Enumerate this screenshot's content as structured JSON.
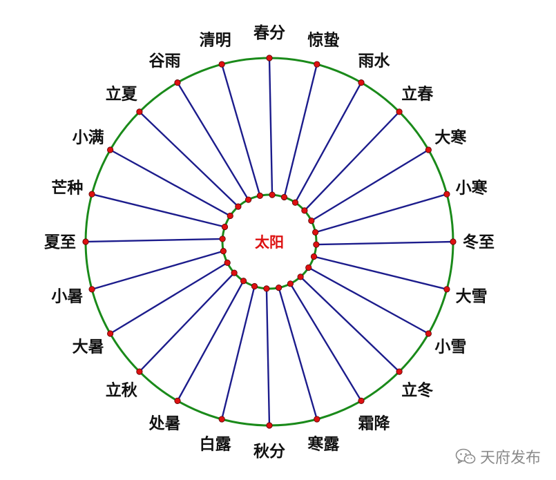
{
  "center_label": "太阳",
  "terms": [
    "春分",
    "惊蛰",
    "雨水",
    "立春",
    "大寒",
    "小寒",
    "冬至",
    "大雪",
    "小雪",
    "立冬",
    "霜降",
    "寒露",
    "秋分",
    "白露",
    "处暑",
    "立秋",
    "大暑",
    "小暑",
    "夏至",
    "芒种",
    "小满",
    "立夏",
    "谷雨",
    "清明"
  ],
  "watermark": "天府发布",
  "colors": {
    "orbit": "#1a8a1a",
    "spoke": "#1c1c8c",
    "dot": "#dd1111",
    "center_text": "#dd1111"
  }
}
